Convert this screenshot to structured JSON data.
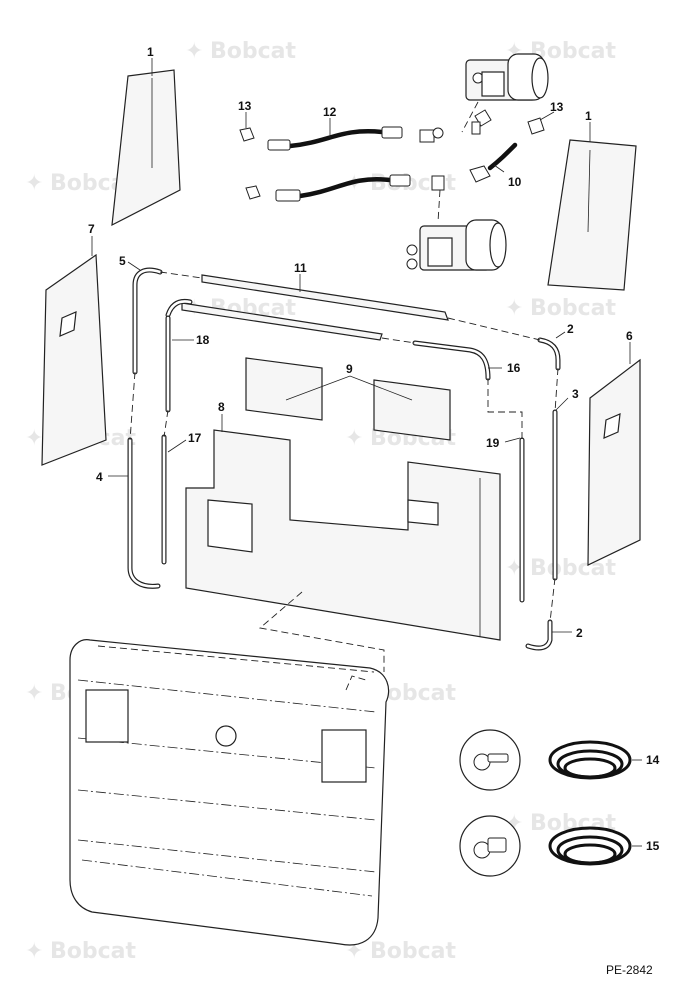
{
  "document_id": "PE-2842",
  "watermark_text": "Bobcat",
  "callouts": [
    "1",
    "1",
    "2",
    "2",
    "3",
    "4",
    "5",
    "6",
    "7",
    "8",
    "9",
    "10",
    "11",
    "12",
    "13",
    "13",
    "14",
    "15",
    "16",
    "17",
    "18",
    "19"
  ],
  "colors": {
    "line": "#222222",
    "watermark": "#e6e6e6",
    "background": "#ffffff"
  }
}
